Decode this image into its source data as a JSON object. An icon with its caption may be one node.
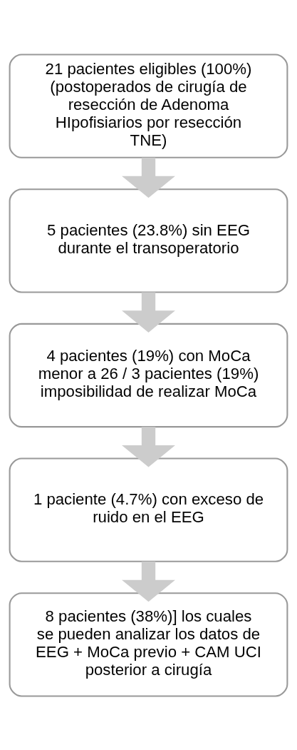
{
  "diagram": {
    "nodes": [
      {
        "text": [
          "21 pacientes eligibles (100%) (postoperados de cirugía de resección de Adenoma HIpofisiarios por resección TNE)"
        ]
      },
      {
        "text": [
          "5 pacientes (23.8%) sin EEG durante el transoperatorio"
        ]
      },
      {
        "text": [
          "4 pacientes (19%) con MoCa menor a 26 / 3 pacientes (19%) imposibilidad de realizar MoCa"
        ]
      },
      {
        "text": [
          "1 paciente (4.7%) con exceso de ruido en el EEG"
        ]
      },
      {
        "text": [
          "8 pacientes (38%)] los cuales se pueden analizar los datos de EEG + MoCa previo + CAM UCI posterior a cirugía"
        ]
      }
    ],
    "edges": [
      {
        "from": 0,
        "to": 1,
        "arrow": "to"
      },
      {
        "from": 1,
        "to": 2,
        "arrow": "to"
      },
      {
        "from": 2,
        "to": 3,
        "arrow": "to"
      },
      {
        "from": 3,
        "to": 4,
        "arrow": "to"
      }
    ]
  }
}
